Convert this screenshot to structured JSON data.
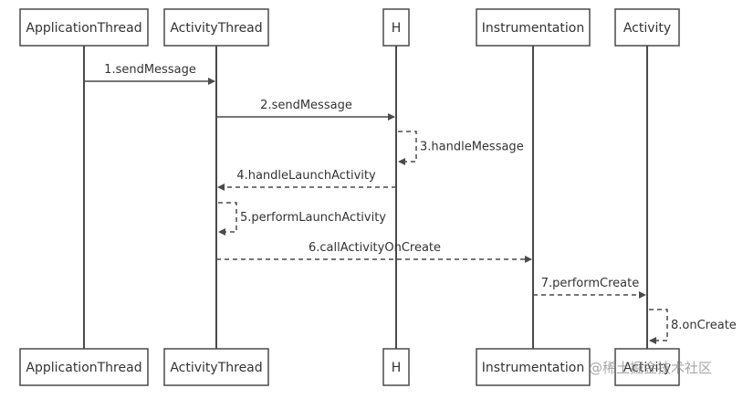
{
  "participants": [
    {
      "id": "app",
      "label": "ApplicationThread"
    },
    {
      "id": "act",
      "label": "ActivityThread"
    },
    {
      "id": "h",
      "label": "H"
    },
    {
      "id": "ins",
      "label": "Instrumentation"
    },
    {
      "id": "acty",
      "label": "Activity"
    }
  ],
  "messages": [
    {
      "label": "1.sendMessage",
      "from": "app",
      "to": "act",
      "style": "solid"
    },
    {
      "label": "2.sendMessage",
      "from": "act",
      "to": "h",
      "style": "solid"
    },
    {
      "label": "3.handleMessage",
      "from": "h",
      "to": "h",
      "style": "dashed"
    },
    {
      "label": "4.handleLaunchActivity",
      "from": "h",
      "to": "act",
      "style": "dashed"
    },
    {
      "label": "5.performLaunchActivity",
      "from": "act",
      "to": "act",
      "style": "dashed"
    },
    {
      "label": "6.callActivityOnCreate",
      "from": "act",
      "to": "ins",
      "style": "dashed"
    },
    {
      "label": "7.performCreate",
      "from": "ins",
      "to": "acty",
      "style": "dashed"
    },
    {
      "label": "8.onCreate",
      "from": "acty",
      "to": "acty",
      "style": "dashed"
    }
  ],
  "watermark": {
    "text": "@稀土掘金技术社区"
  },
  "colors": {
    "line": "#4a4a4a",
    "text": "#333333",
    "background": "#ffffff"
  }
}
